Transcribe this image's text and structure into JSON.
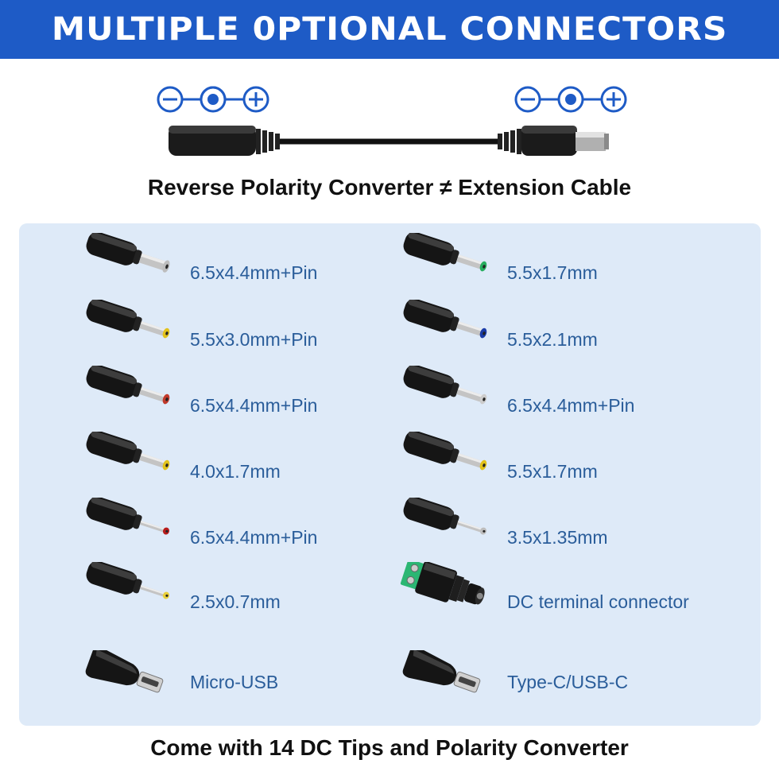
{
  "banner": {
    "title": "MULTIPLE 0PTIONAL CONNECTORS",
    "color": "#1e5bc6"
  },
  "cable": {
    "caption": "Reverse Polarity Converter ≠ Extension Cable",
    "left_polarity": [
      "minus",
      "center",
      "plus"
    ],
    "right_polarity": [
      "minus",
      "center",
      "plus"
    ]
  },
  "tips": {
    "left": [
      {
        "label": "6.5x4.4mm+Pin",
        "tip_color": "#bdbdbd",
        "style": "barrel-silver"
      },
      {
        "label": "5.5x3.0mm+Pin",
        "tip_color": "#e2c21a",
        "style": "barrel"
      },
      {
        "label": "6.5x4.4mm+Pin",
        "tip_color": "#c0392b",
        "style": "barrel"
      },
      {
        "label": "4.0x1.7mm",
        "tip_color": "#e2c21a",
        "style": "barrel"
      },
      {
        "label": "6.5x4.4mm+Pin",
        "tip_color": "#b71c1c",
        "style": "barrel-thin"
      },
      {
        "label": "2.5x0.7mm",
        "tip_color": "#e8cf3a",
        "style": "barrel-thin"
      },
      {
        "label": "Micro-USB",
        "tip_color": "#999999",
        "style": "usb"
      }
    ],
    "right": [
      {
        "label": "5.5x1.7mm",
        "tip_color": "#27ae60",
        "style": "barrel"
      },
      {
        "label": "5.5x2.1mm",
        "tip_color": "#1a3ca8",
        "style": "barrel"
      },
      {
        "label": "6.5x4.4mm+Pin",
        "tip_color": "#cccccc",
        "style": "barrel"
      },
      {
        "label": "5.5x1.7mm",
        "tip_color": "#e2c21a",
        "style": "barrel"
      },
      {
        "label": "3.5x1.35mm",
        "tip_color": "#bdbdbd",
        "style": "barrel-thin"
      },
      {
        "label": "DC terminal connector",
        "tip_color": "#2bb673",
        "style": "terminal"
      },
      {
        "label": "Type-C/USB-C",
        "tip_color": "#999999",
        "style": "usb"
      }
    ]
  },
  "footer": {
    "caption": "Come with 14 DC Tips and Polarity Converter"
  }
}
